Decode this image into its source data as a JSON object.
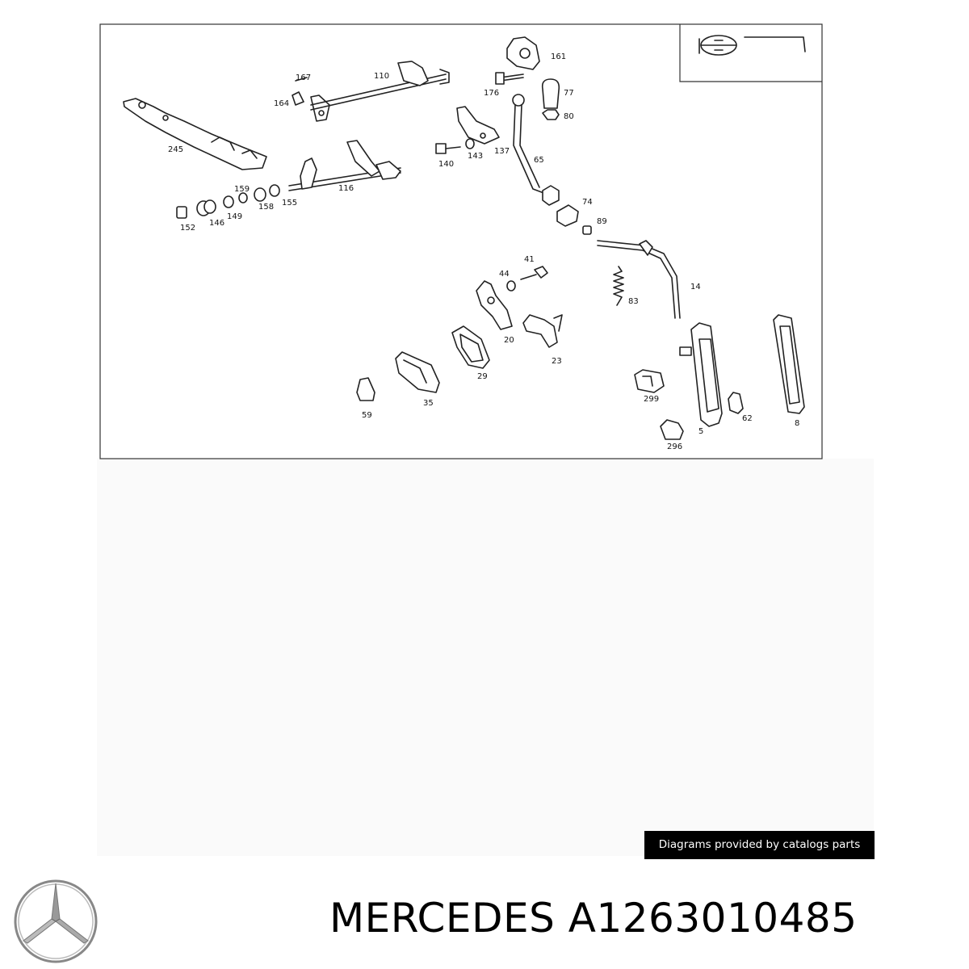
{
  "diagram": {
    "callouts": [
      "167",
      "110",
      "161",
      "164",
      "176",
      "77",
      "80",
      "245",
      "137",
      "65",
      "140",
      "143",
      "159",
      "116",
      "152",
      "146",
      "149",
      "158",
      "155",
      "74",
      "89",
      "41",
      "44",
      "14",
      "83",
      "20",
      "23",
      "29",
      "35",
      "299",
      "62",
      "8",
      "59",
      "296",
      "5"
    ]
  },
  "credit": {
    "text": "Diagrams provided by catalogs parts"
  },
  "footer": {
    "brand": "MERCEDES",
    "part_number": "A1263010485"
  },
  "logo": {
    "icon": "three-pointed-star-icon"
  }
}
